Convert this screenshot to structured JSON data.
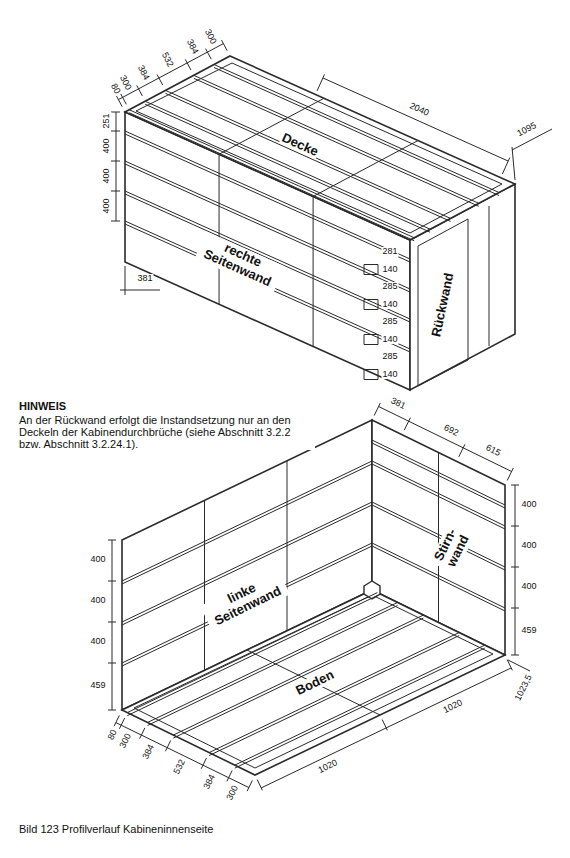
{
  "diagram": {
    "caption": "Bild 123 Profilverlauf Kabineninnenseite",
    "labels": [
      "300",
      "384",
      "532",
      "384",
      "300",
      "80",
      "251",
      "400",
      "400",
      "400",
      "2040",
      "1095",
      "Decke",
      "381",
      "rechte Seitenwand",
      "281",
      "140",
      "285",
      "140",
      "285",
      "140",
      "285",
      "140",
      "Rückwand",
      "HINWEIS",
      "An der Rückwand erfolgt die Instandsetzung nur an den Deckeln der Kabinendurchbrüche (siehe Abschnitt 3.2.2 bzw. Abschnitt 3.2.24.1).",
      "381",
      "692",
      "615",
      "400",
      "400",
      "400",
      "459",
      "linke Seitenwand",
      "Stirn-wand",
      "400",
      "400",
      "400",
      "459",
      "Boden",
      "1023,5",
      "80",
      "300",
      "384",
      "532",
      "384",
      "300",
      "1020",
      "1020"
    ]
  }
}
